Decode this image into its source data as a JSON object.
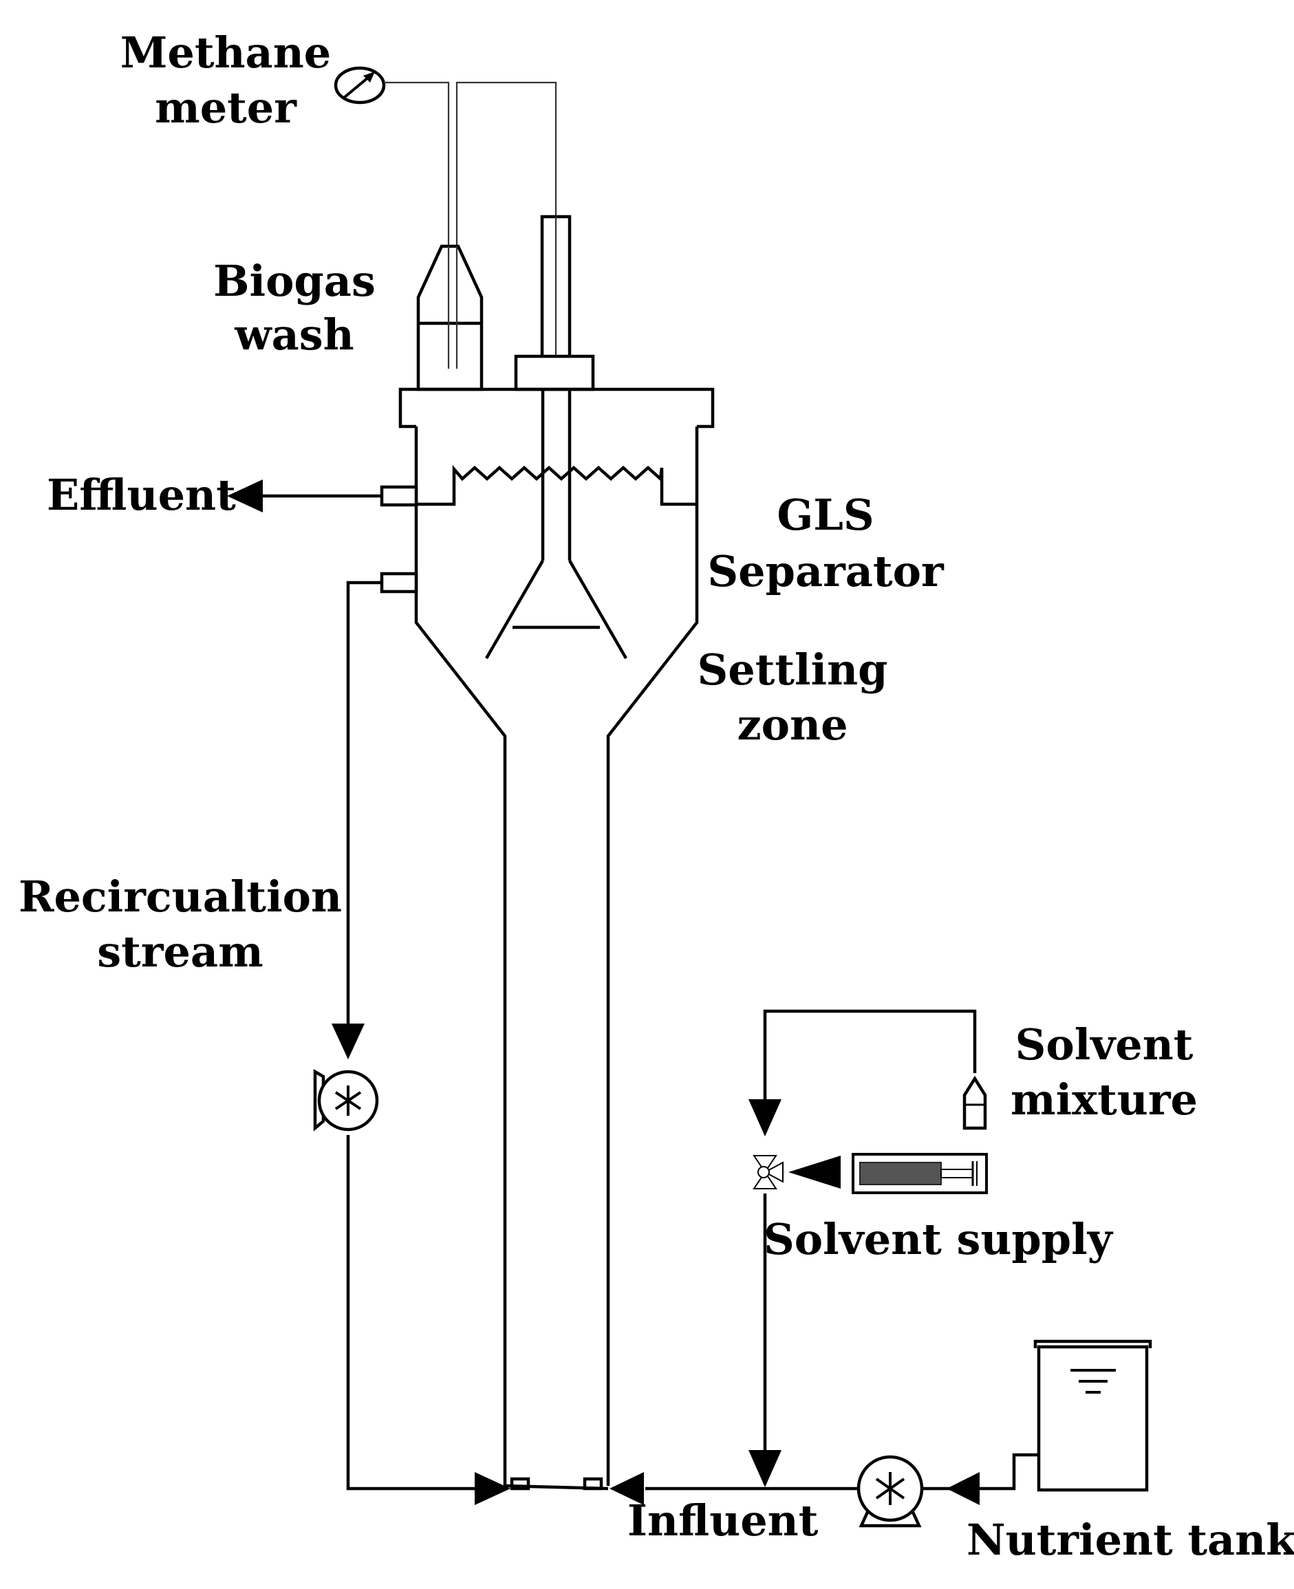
{
  "diagram": {
    "labels": {
      "methane_meter": [
        "Methane",
        "meter"
      ],
      "biogas_wash": [
        "Biogas",
        "wash"
      ],
      "effluent": "Effluent",
      "gls_separator": [
        "GLS",
        "Separator"
      ],
      "settling_zone": [
        "Settling",
        "zone"
      ],
      "recirculation_stream": [
        "Recircualtion",
        "stream"
      ],
      "solvent_mixture": [
        "Solvent",
        "mixture"
      ],
      "solvent_supply": "Solvent supply",
      "influent": "Influent",
      "nutrient_tank": "Nutrient tank"
    }
  }
}
